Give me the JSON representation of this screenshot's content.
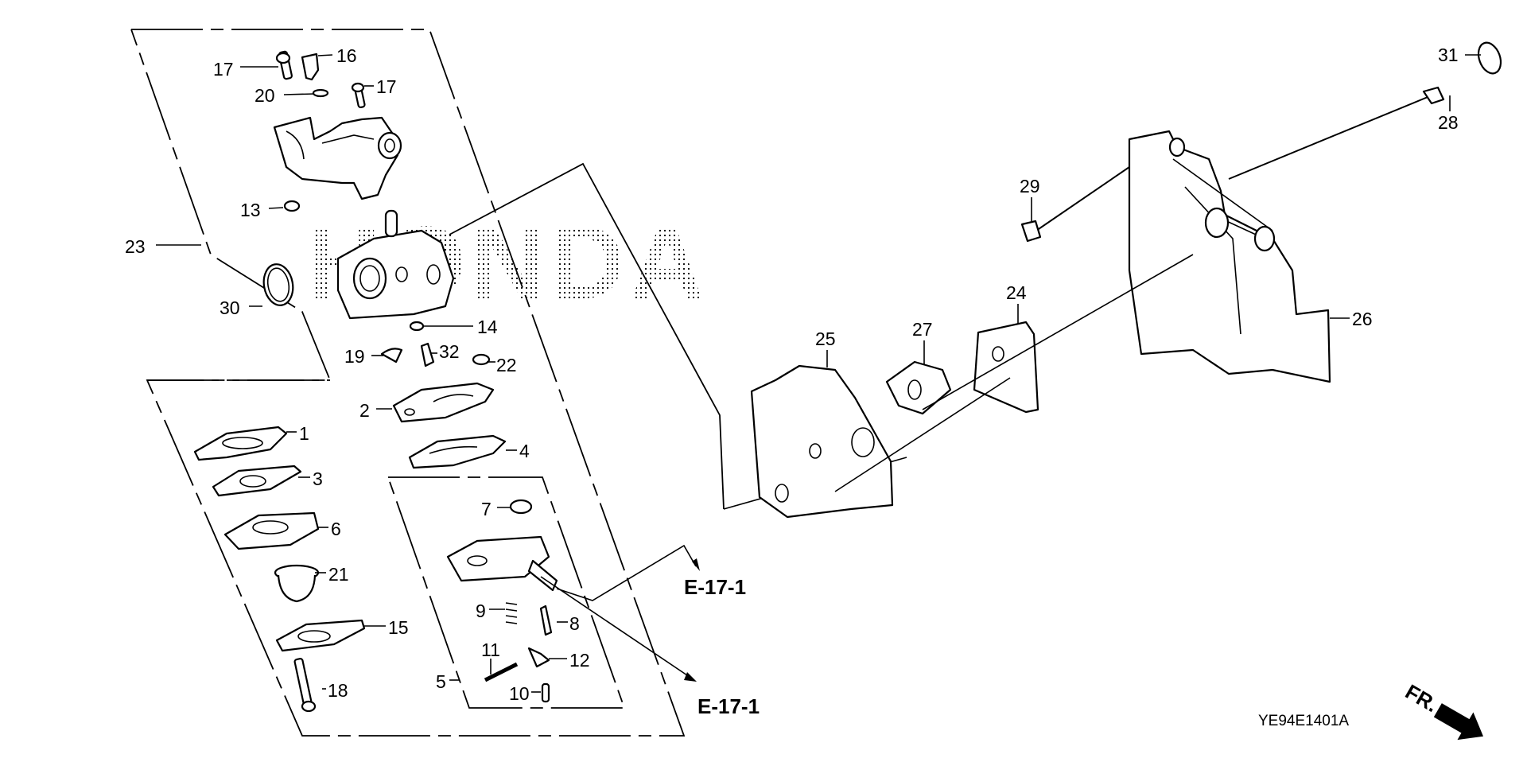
{
  "watermark": "HONDA",
  "drawing_code": "YE94E1401A",
  "front_indicator": "FR.",
  "references": [
    "E-17-1",
    "E-17-1"
  ],
  "callouts": {
    "p1": "1",
    "p2": "2",
    "p3": "3",
    "p4": "4",
    "p5": "5",
    "p6": "6",
    "p7": "7",
    "p8": "8",
    "p9": "9",
    "p10": "10",
    "p11": "11",
    "p12": "12",
    "p13": "13",
    "p14": "14",
    "p15": "15",
    "p16": "16",
    "p17a": "17",
    "p17b": "17",
    "p18": "18",
    "p19": "19",
    "p20": "20",
    "p21": "21",
    "p22": "22",
    "p23": "23",
    "p24": "24",
    "p25": "25",
    "p26": "26",
    "p27": "27",
    "p28": "28",
    "p29": "29",
    "p30": "30",
    "p31": "31",
    "p32": "32"
  }
}
